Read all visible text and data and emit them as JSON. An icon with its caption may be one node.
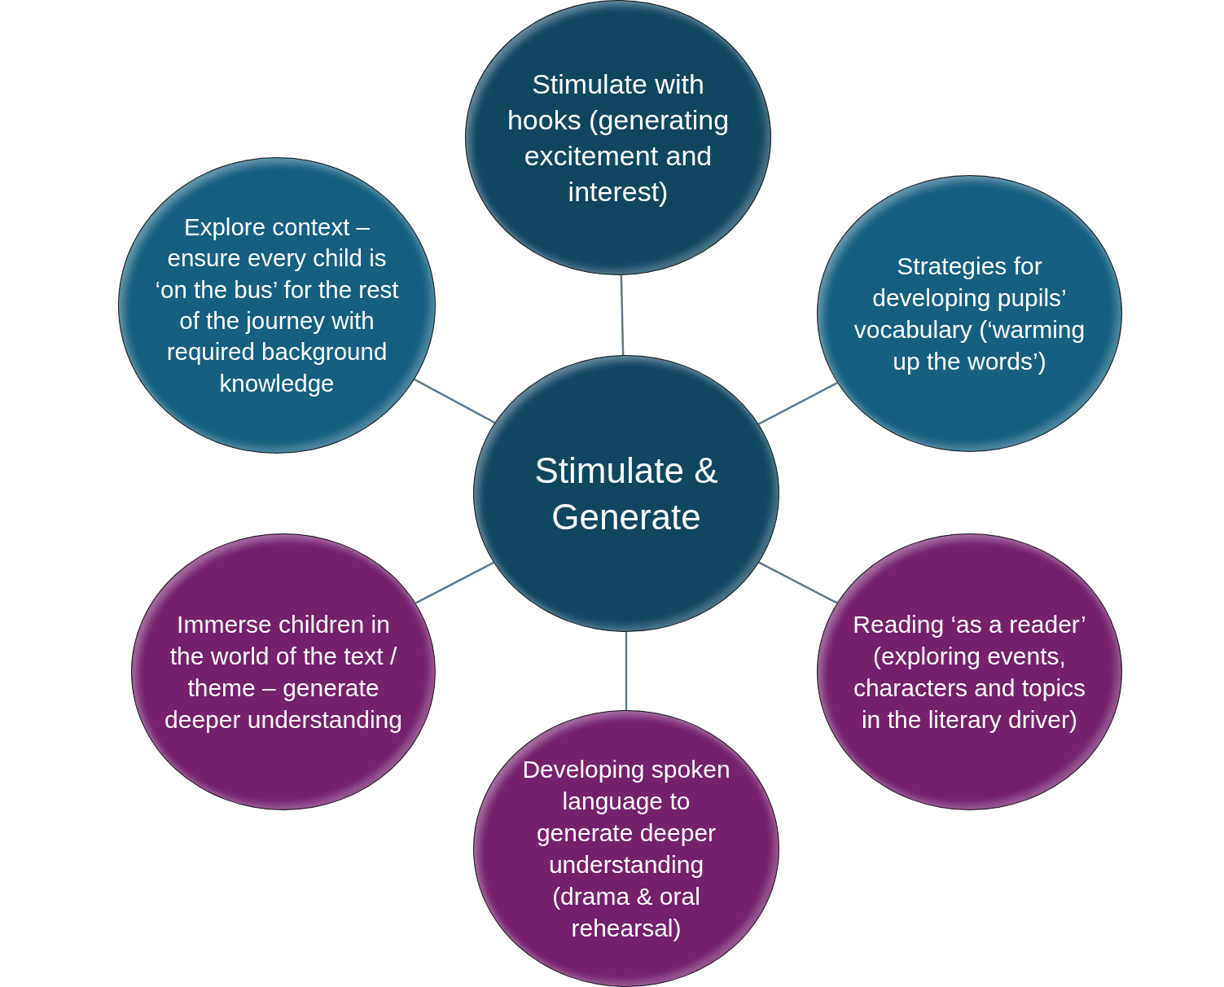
{
  "diagram": {
    "nodes": [
      {
        "text": [
          "Stimulate & Generate"
        ]
      },
      {
        "text": [
          "Stimulate with hooks (generating excitement and interest)"
        ]
      },
      {
        "text": [
          "Explore context – ensure every child is ‘on the bus’ for the rest of the journey with required background knowledge"
        ]
      },
      {
        "text": [
          "Strategies for developing pupils’ vocabulary (‘warming up the words’)"
        ]
      },
      {
        "text": [
          "Immerse children in the world of the text / theme – generate deeper understanding"
        ]
      },
      {
        "text": [
          "Reading ‘as a reader’ (exploring events, characters and topics in the literary driver)"
        ]
      },
      {
        "text": [
          "Developing spoken language to generate deeper understanding (drama & oral rehearsal)"
        ]
      }
    ],
    "edges": [
      {
        "from": 0,
        "to": 1,
        "arrow": "none"
      },
      {
        "from": 0,
        "to": 2,
        "arrow": "none"
      },
      {
        "from": 0,
        "to": 3,
        "arrow": "none"
      },
      {
        "from": 0,
        "to": 4,
        "arrow": "none"
      },
      {
        "from": 0,
        "to": 5,
        "arrow": "none"
      },
      {
        "from": 0,
        "to": 6,
        "arrow": "none"
      }
    ]
  }
}
